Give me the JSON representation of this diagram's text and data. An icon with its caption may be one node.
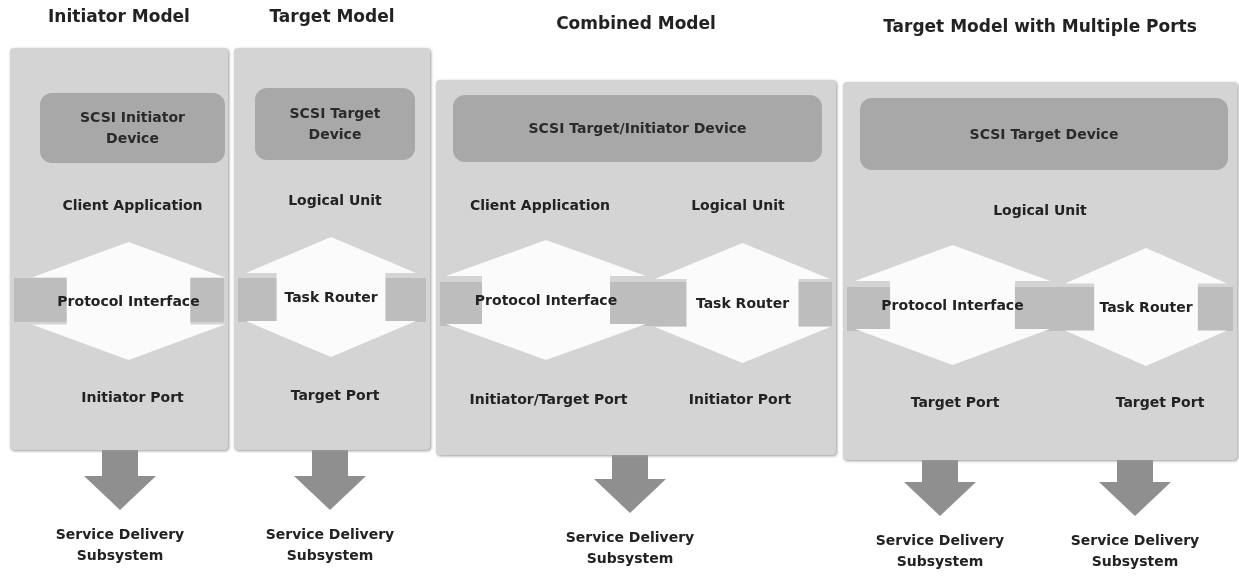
{
  "diagram": {
    "nodes": [
      {
        "text": [
          "Initiator Model"
        ]
      },
      {
        "text": [
          "SCSI Initiator Device"
        ],
        "in": 0
      },
      {
        "text": [
          "Client Application"
        ],
        "in": 0
      },
      {
        "text": [
          "Protocol Interface"
        ],
        "in": 0
      },
      {
        "text": [
          "Initiator Port"
        ],
        "in": 0
      },
      {
        "text": [
          "Target Model"
        ]
      },
      {
        "text": [
          "SCSI Target Device"
        ],
        "in": 5
      },
      {
        "text": [
          "Logical Unit"
        ],
        "in": 5
      },
      {
        "text": [
          "Task Router"
        ],
        "in": 5
      },
      {
        "text": [
          "Target Port"
        ],
        "in": 5
      },
      {
        "text": [
          "Combined Model"
        ]
      },
      {
        "text": [
          "SCSI Target/Initiator Device"
        ],
        "in": 10
      },
      {
        "text": [
          "Client Application"
        ],
        "in": 10
      },
      {
        "text": [
          "Logical Unit"
        ],
        "in": 10
      },
      {
        "text": [
          "Protocol Interface"
        ],
        "in": 10
      },
      {
        "text": [
          "Task Router"
        ],
        "in": 10
      },
      {
        "text": [
          "Initiator/Target Port"
        ],
        "in": 10
      },
      {
        "text": [
          "Initiator Port"
        ],
        "in": 10
      },
      {
        "text": [
          "Target Model with Multiple Ports"
        ]
      },
      {
        "text": [
          "SCSI Target Device"
        ],
        "in": 18
      },
      {
        "text": [
          "Logical Unit"
        ],
        "in": 18
      },
      {
        "text": [
          "Protocol Interface"
        ],
        "in": 18
      },
      {
        "text": [
          "Task Router"
        ],
        "in": 18
      },
      {
        "text": [
          "Target Port"
        ],
        "in": 18
      },
      {
        "text": [
          "Target Port"
        ],
        "in": 18
      },
      {
        "text": [
          "Service Delivery Subsystem"
        ]
      },
      {
        "text": [
          "Service Delivery Subsystem"
        ]
      },
      {
        "text": [
          "Service Delivery Subsystem"
        ]
      },
      {
        "text": [
          "Service Delivery Subsystem"
        ]
      },
      {
        "text": [
          "Service Delivery Subsystem"
        ]
      }
    ],
    "edges": [
      {
        "from": 0,
        "to": 25,
        "arrow": "to"
      },
      {
        "from": 5,
        "to": 26,
        "arrow": "to"
      },
      {
        "from": 10,
        "to": 27,
        "arrow": "to"
      },
      {
        "from": 18,
        "to": 28,
        "arrow": "to"
      },
      {
        "from": 18,
        "to": 29,
        "arrow": "to"
      }
    ]
  }
}
